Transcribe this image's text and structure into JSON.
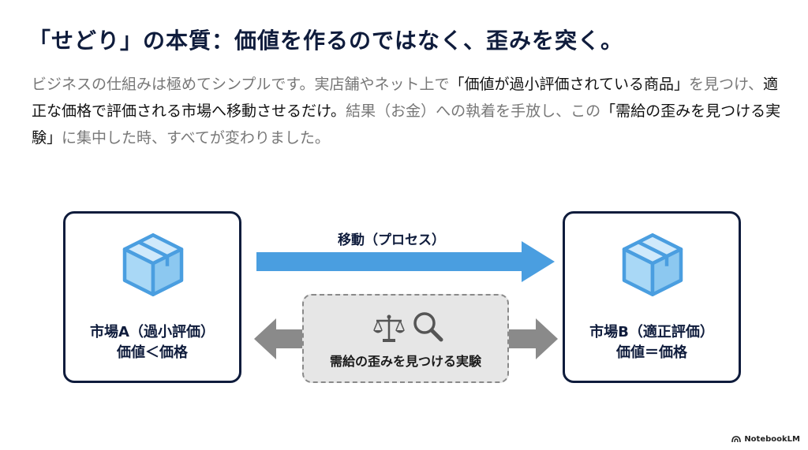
{
  "slide": {
    "title": "「せどり」の本質：価値を作るのではなく、歪みを突く。",
    "body": {
      "p1": "ビジネスの仕組みは極めてシンプルです。実店舗やネット上で",
      "h1": "「価値が過小評価されている商品」",
      "p2": "を見つけ、",
      "h2": "適正な価格で評価される市場へ移動させるだけ。",
      "p3": "結果（お金）への執着を手放し、この",
      "h3": "「需給の歪みを見つける実験」",
      "p4": "に集中した時、すべてが変わりました。"
    }
  },
  "diagram": {
    "market_a": {
      "name": "市場A（過小評価）",
      "relation": "価値＜価格",
      "icon": "box-icon"
    },
    "market_b": {
      "name": "市場B（適正評価）",
      "relation": "価値＝価格",
      "icon": "box-icon"
    },
    "process": {
      "label": "移動（プロセス）"
    },
    "experiment": {
      "label": "需給の歪みを見つける実験",
      "icons": [
        "scale-icon",
        "magnifier-icon"
      ]
    }
  },
  "colors": {
    "navy": "#0f1c3c",
    "arrow_blue": "#4a9ee0",
    "box_icon_fill": "#8cc8f0",
    "gray_arrow": "#8a8a8a",
    "body_gray": "#777777"
  },
  "branding": {
    "label": "NotebookLM",
    "icon": "notebooklm-logo-icon"
  }
}
